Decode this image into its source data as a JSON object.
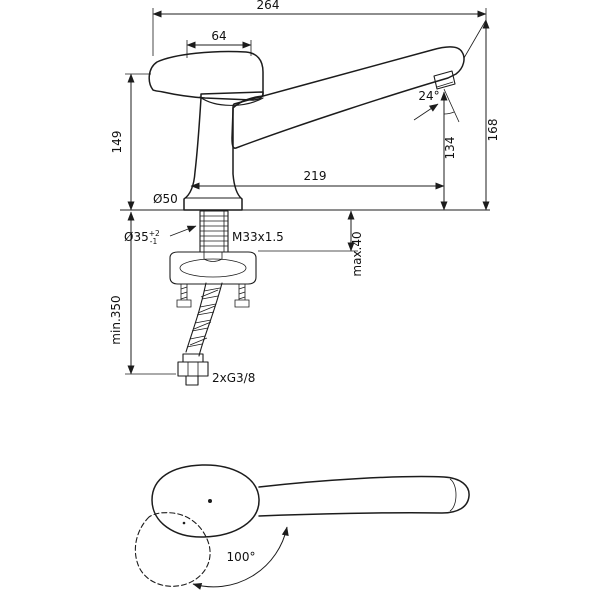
{
  "drawing": {
    "side": {
      "dims": {
        "overall_width": "264",
        "handle_length": "64",
        "handle_height": "149",
        "overall_height": "168",
        "outlet_height": "134",
        "spout_reach": "219",
        "spray_angle": "24°",
        "base_diameter": "Ø50",
        "hole_diameter": "Ø35",
        "hole_tol_plus": "+2",
        "hole_tol_minus": "-1",
        "shank_thread": "M33x1.5",
        "deck_thickness_max": "max.40",
        "hose_length_min": "min.350",
        "hose_connection": "2xG3/8"
      }
    },
    "top": {
      "dims": {
        "handle_swivel_angle": "100°"
      }
    },
    "colors": {
      "line": "#1c1c1c",
      "text": "#111111",
      "background": "#ffffff"
    }
  }
}
